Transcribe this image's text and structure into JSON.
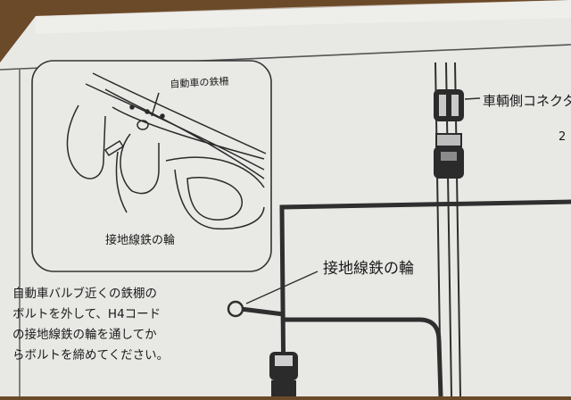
{
  "inset": {
    "label_top": "自動車の鉄柵",
    "label_bottom": "接地線鉄の輪"
  },
  "diagram": {
    "ring_label": "接地線鉄の輪",
    "connector_label": "車輌側コネクタ",
    "page_mark": "2"
  },
  "instructions": {
    "lines": [
      "自動車バルブ近くの鉄棚の",
      "ボルトを外して、H4コード",
      "の接地線鉄の輪を通してか",
      "らボルトを締めてください。"
    ]
  }
}
